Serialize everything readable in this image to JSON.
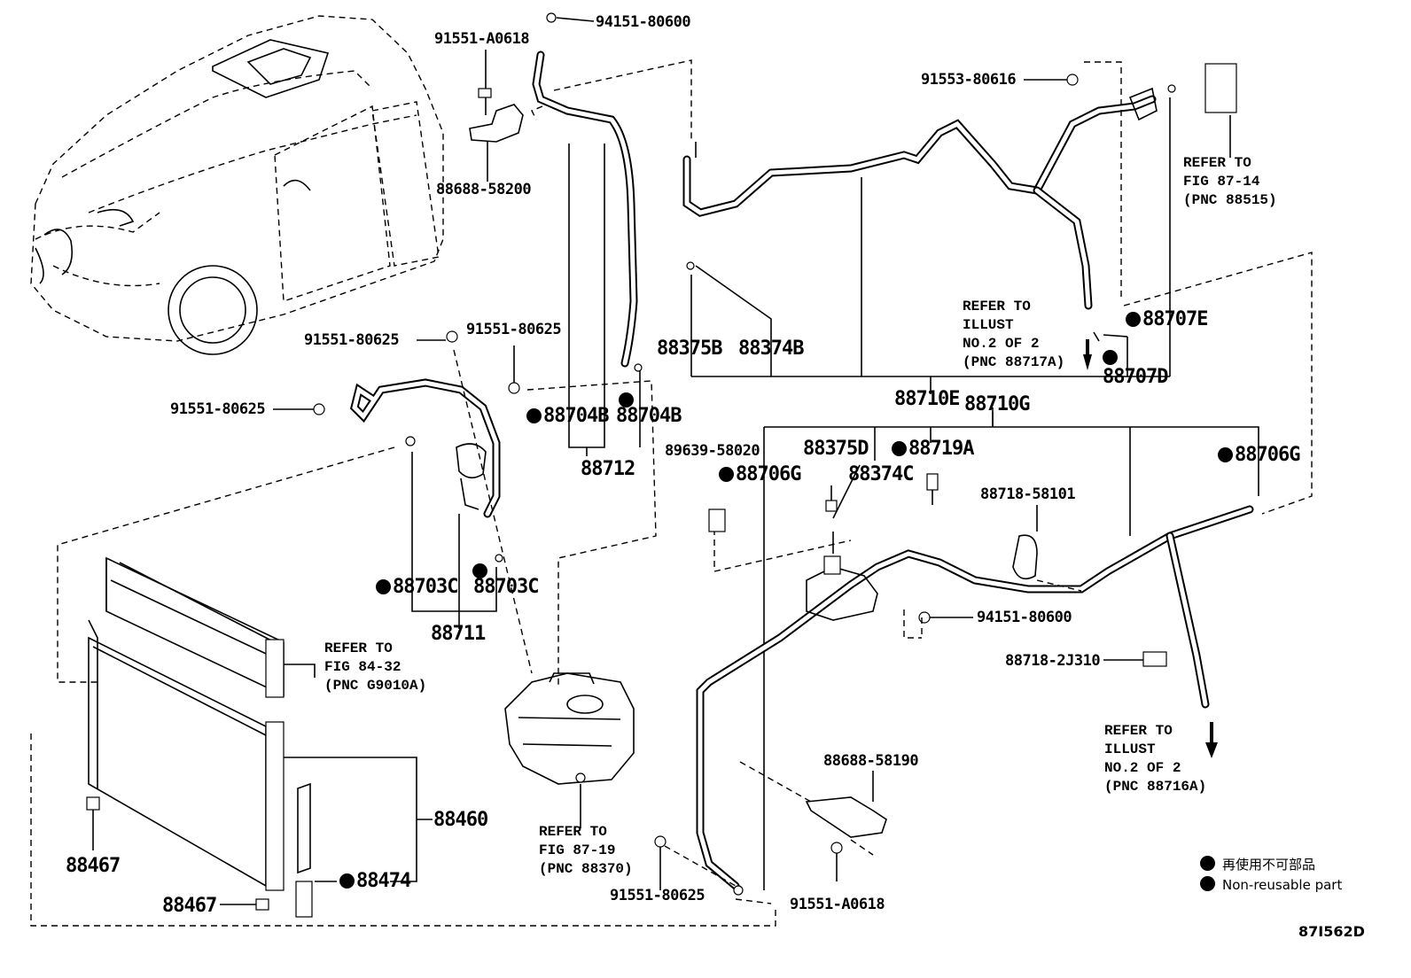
{
  "diagram_code": "87I562D",
  "legend": {
    "items": [
      {
        "label": "再使用不可部品"
      },
      {
        "label": "Non-reusable part"
      }
    ]
  },
  "parts": {
    "p94151_80600_top": "94151-80600",
    "p91551_A0618_top": "91551-A0618",
    "p88688_58200": "88688-58200",
    "p91553_80616": "91553-80616",
    "p91551_80625_a": "91551-80625",
    "p91551_80625_b": "91551-80625",
    "p91551_80625_c": "91551-80625",
    "p91551_80625_d": "91551-80625",
    "p88704B_a": "88704B",
    "p88704B_b": "88704B",
    "p88712": "88712",
    "p88375B": "88375B",
    "p88374B": "88374B",
    "p88707E": "88707E",
    "p88707D": "88707D",
    "p88710E": "88710E",
    "p88710G": "88710G",
    "p89639_58020": "89639-58020",
    "p88375D": "88375D",
    "p88719A": "88719A",
    "p88706G_a": "88706G",
    "p88706G_b": "88706G",
    "p88374C": "88374C",
    "p88718_58101": "88718-58101",
    "p88703C_a": "88703C",
    "p88703C_b": "88703C",
    "p88711": "88711",
    "p94151_80600_mid": "94151-80600",
    "p88718_2J310": "88718-2J310",
    "p88460": "88460",
    "p88474": "88474",
    "p88467_a": "88467",
    "p88467_b": "88467",
    "p88688_58190": "88688-58190",
    "p91551_A0618_bot": "91551-A0618"
  },
  "refs": {
    "fig87_14": "REFER TO\nFIG 87-14\n(PNC 88515)",
    "illust_88717A": "REFER TO\nILLUST\nNO.2 OF 2\n(PNC 88717A)",
    "fig84_32": "REFER TO\nFIG 84-32\n(PNC G9010A)",
    "fig87_19": "REFER TO\nFIG 87-19\n(PNC 88370)",
    "illust_88716A": "REFER TO\nILLUST\nNO.2 OF 2\n(PNC 88716A)"
  }
}
